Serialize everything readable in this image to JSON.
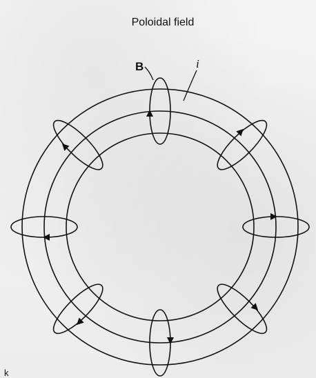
{
  "title": "Poloidal field",
  "labels": {
    "field": "B",
    "current": "i"
  },
  "corner_mark": "k",
  "colors": {
    "ink": "#111111",
    "paper": "#f1f1f1"
  }
}
